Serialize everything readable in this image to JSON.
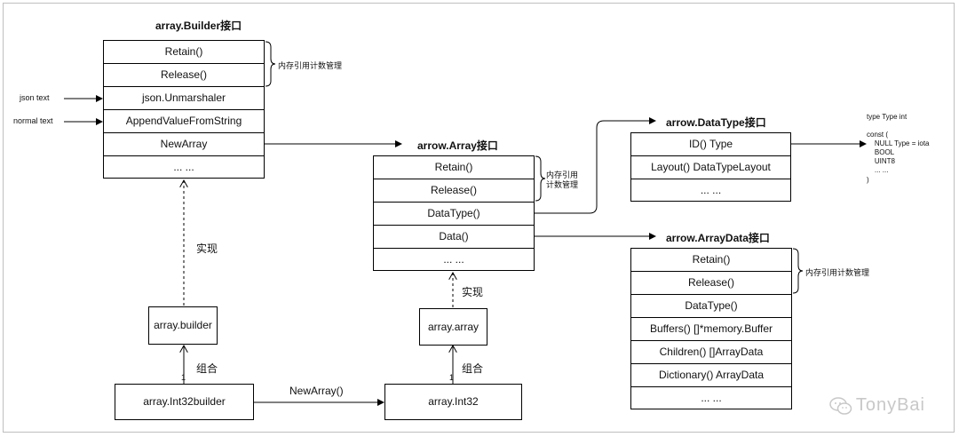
{
  "builder_iface": {
    "title": "array.Builder接口",
    "rows": [
      "Retain()",
      "Release()",
      "json.Unmarshaler",
      "AppendValueFromString",
      "NewArray",
      "... ..."
    ],
    "mem_note": "内存引用计数管理",
    "json_input": "json text",
    "normal_input": "normal text"
  },
  "array_iface": {
    "title": "arrow.Array接口",
    "rows": [
      "Retain()",
      "Release()",
      "DataType()",
      "Data()",
      "... ..."
    ],
    "mem_note_line1": "内存引用",
    "mem_note_line2": "计数管理"
  },
  "datatype_iface": {
    "title": "arrow.DataType接口",
    "rows": [
      "ID() Type",
      "Layout() DataTypeLayout",
      "... ..."
    ]
  },
  "arraydata_iface": {
    "title": "arrow.ArrayData接口",
    "rows": [
      "Retain()",
      "Release()",
      "DataType()",
      "Buffers() []*memory.Buffer",
      "Children() []ArrayData",
      "Dictionary() ArrayData",
      "... ..."
    ],
    "mem_note": "内存引用计数管理"
  },
  "type_code": {
    "line1": "type Type int",
    "line2": "const (",
    "line3": "    NULL Type = iota",
    "line4": "    BOOL",
    "line5": "    UINT8",
    "line6": "    ... ...",
    "line7": ")"
  },
  "impl": {
    "array_builder": "array.builder",
    "array_array": "array.array",
    "int32builder": "array.Int32builder",
    "int32": "array.Int32"
  },
  "labels": {
    "implements_left": "实现",
    "implements_mid": "实现",
    "compose_left": "组合",
    "compose_mid": "组合",
    "multiplicity_left": "1",
    "multiplicity_mid": "1",
    "newarray": "NewArray()"
  },
  "watermark": "TonyBai"
}
